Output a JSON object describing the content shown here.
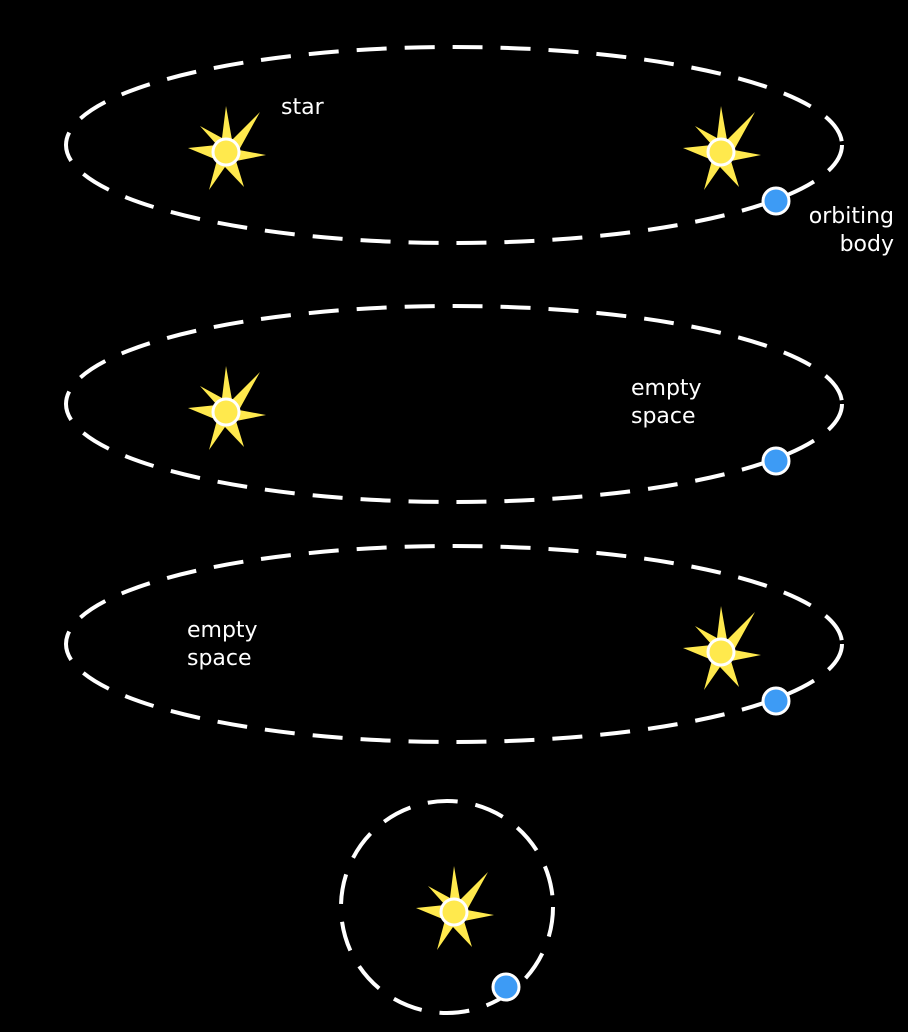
{
  "colors": {
    "background": "#000000",
    "orbit": "#ffffff",
    "star": "#ffe94d",
    "star_outline": "#ffffff",
    "body": "#3d9bf5",
    "body_outline": "#ffffff",
    "text": "#ffffff"
  },
  "labels": {
    "star": "star",
    "orbiting_body": [
      "orbiting",
      "body"
    ],
    "empty_space_2": [
      "empty",
      "space"
    ],
    "empty_space_3": [
      "empty",
      "space"
    ]
  },
  "panels": [
    {
      "stars": [
        "left",
        "right"
      ],
      "body": "present"
    },
    {
      "stars": [
        "left"
      ],
      "body": "present",
      "empty_side": "right"
    },
    {
      "stars": [
        "right"
      ],
      "body": "present",
      "empty_side": "left"
    },
    {
      "stars": [
        "center"
      ],
      "body": "present",
      "orbit": "circle"
    }
  ]
}
